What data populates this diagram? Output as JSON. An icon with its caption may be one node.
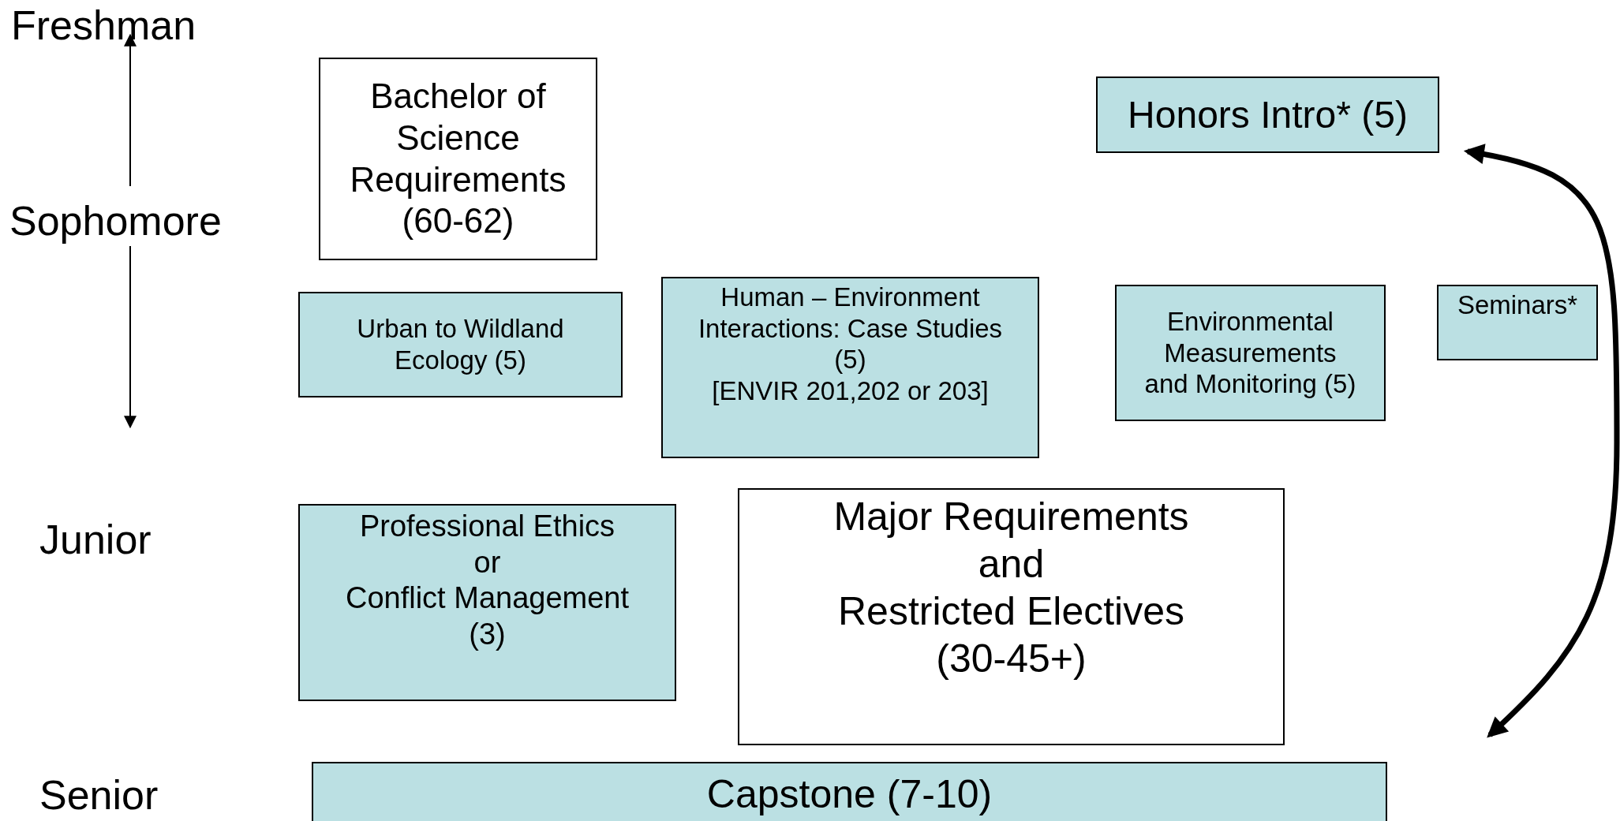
{
  "diagram": {
    "nodes": [
      {
        "text": [
          "Bachelor of Science Requirements (60-62)"
        ]
      },
      {
        "text": [
          "Honors Intro* (5)"
        ]
      },
      {
        "text": [
          "Urban to Wildland Ecology (5)"
        ]
      },
      {
        "text": [
          "Human – Environment Interactions: Case Studies (5)",
          "[ENVIR 201,202 or 203]"
        ]
      },
      {
        "text": [
          "Environmental Measurements and Monitoring (5)"
        ]
      },
      {
        "text": [
          "Seminars*"
        ]
      },
      {
        "text": [
          "Professional Ethics",
          "or",
          "Conflict Management",
          "(3)"
        ]
      },
      {
        "text": [
          "Major Requirements",
          "and",
          "Restricted Electives",
          "(30-45+)"
        ]
      },
      {
        "text": [
          "Capstone (7-10)"
        ]
      }
    ],
    "edges": [
      {
        "from": 1,
        "to": 8,
        "arrow": "both"
      }
    ],
    "labels": [
      "Freshman",
      "Sophomore",
      "Junior",
      "Senior"
    ]
  }
}
